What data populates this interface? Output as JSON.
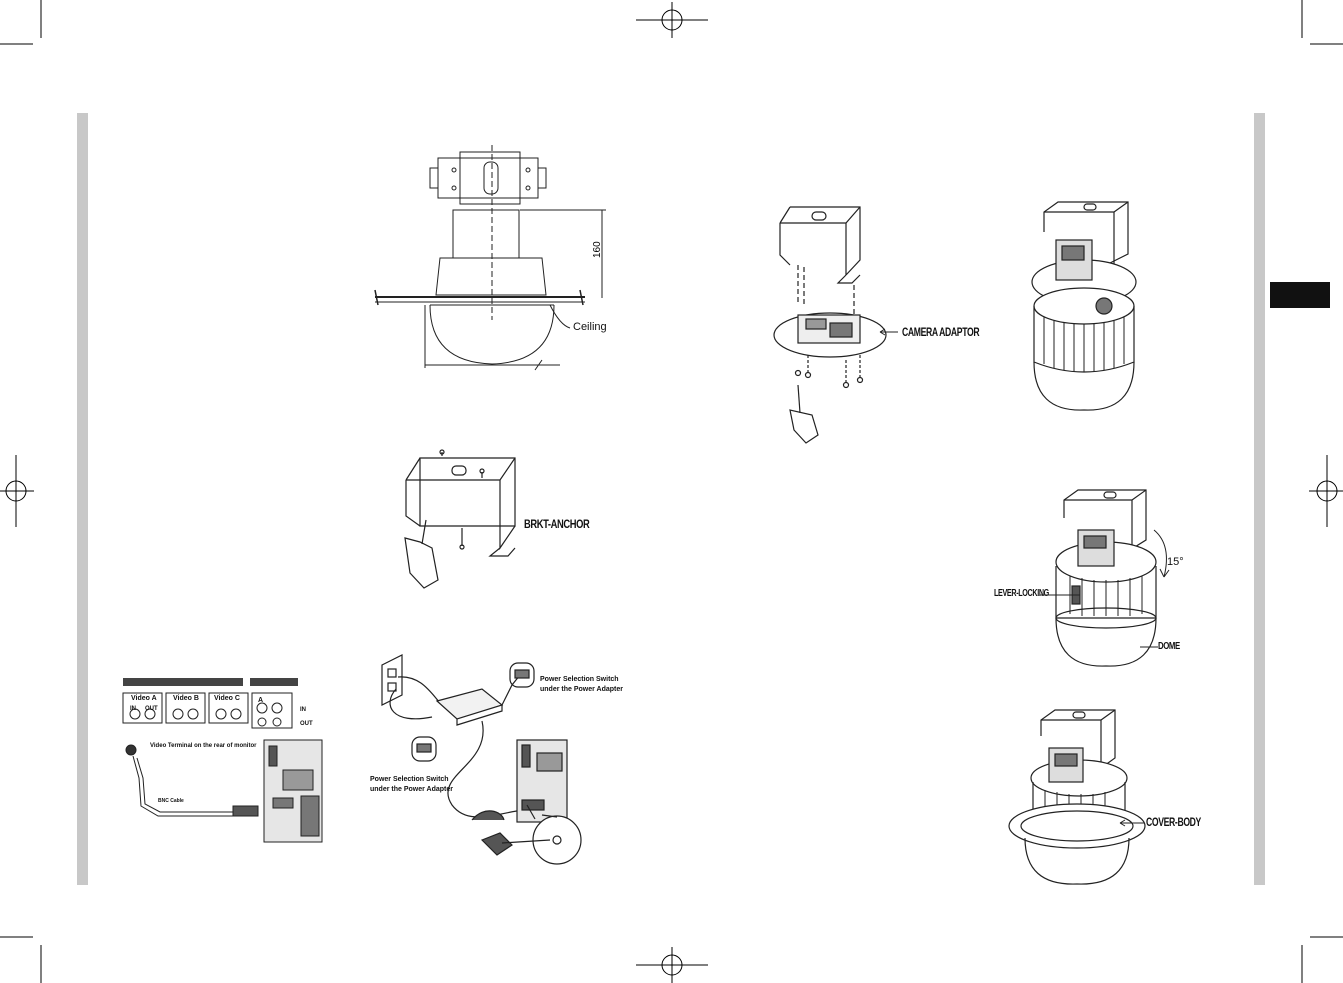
{
  "page": {
    "left_spread": "left-page",
    "right_spread": "right-page"
  },
  "figures": {
    "dimensions": {
      "height_label": "160",
      "ceiling_label": "Ceiling"
    },
    "bracket_anchor": {
      "label": "BRKT-ANCHOR"
    },
    "video_connection": {
      "tabs": [
        "Video A",
        "Video B",
        "Video C"
      ],
      "terminal_in": "IN",
      "terminal_out": "OUT",
      "side_in": "IN",
      "side_out": "OUT",
      "side_a": "A",
      "terminal_caption": "Video Terminal on the rear of monitor",
      "cable_label": "BNC Cable"
    },
    "power_connection": {
      "switch_label_top_1": "Power Selection Switch",
      "switch_label_top_2": "under the Power Adapter",
      "switch_label_left_1": "Power Selection Switch",
      "switch_label_left_2": "under the Power Adapter"
    },
    "camera_adaptor": {
      "label": "CAMERA ADAPTOR"
    },
    "lever_locking": {
      "lever_label": "LEVER-LOCKING",
      "dome_label": "DOME",
      "angle_label": "15°"
    },
    "cover_body": {
      "label": "COVER-BODY"
    }
  },
  "colors": {
    "gutter": "#c8c8c8",
    "tab_black": "#111111",
    "ink": "#111111"
  }
}
